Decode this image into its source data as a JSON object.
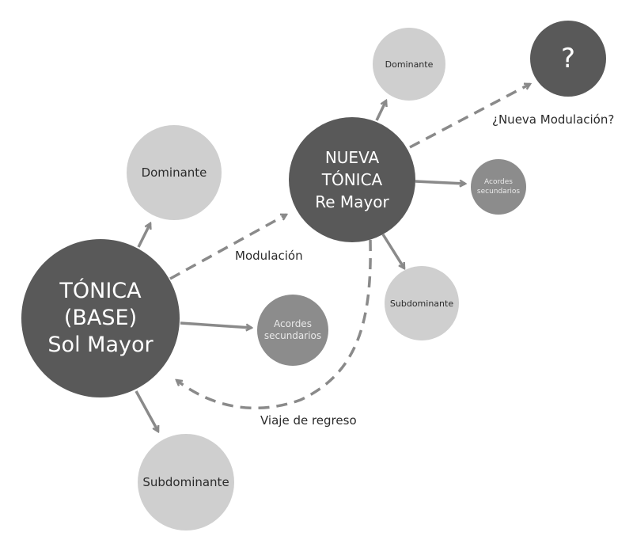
{
  "colors": {
    "dark_node": "#595959",
    "light_node": "#cfcfcf",
    "mid_node": "#8c8c8c",
    "arrow": "#8a8a8a"
  },
  "nodes": {
    "base_tonic": {
      "lines": [
        "TÓNICA",
        "(BASE)",
        "Sol Mayor"
      ]
    },
    "base_dominant": {
      "label": "Dominante"
    },
    "base_secondary": {
      "lines": [
        "Acordes",
        "secundarios"
      ]
    },
    "base_subdominant": {
      "label": "Subdominante"
    },
    "new_tonic": {
      "lines": [
        "NUEVA",
        "TÓNICA",
        "Re Mayor"
      ]
    },
    "new_dominant": {
      "label": "Dominante"
    },
    "new_secondary": {
      "lines": [
        "Acordes",
        "secundarios"
      ]
    },
    "new_subdominant": {
      "label": "Subdominante"
    },
    "unknown": {
      "label": "?"
    }
  },
  "labels": {
    "modulation": "Modulación",
    "return_trip": "Viaje de regreso",
    "new_modulation": "¿Nueva Modulación?"
  }
}
